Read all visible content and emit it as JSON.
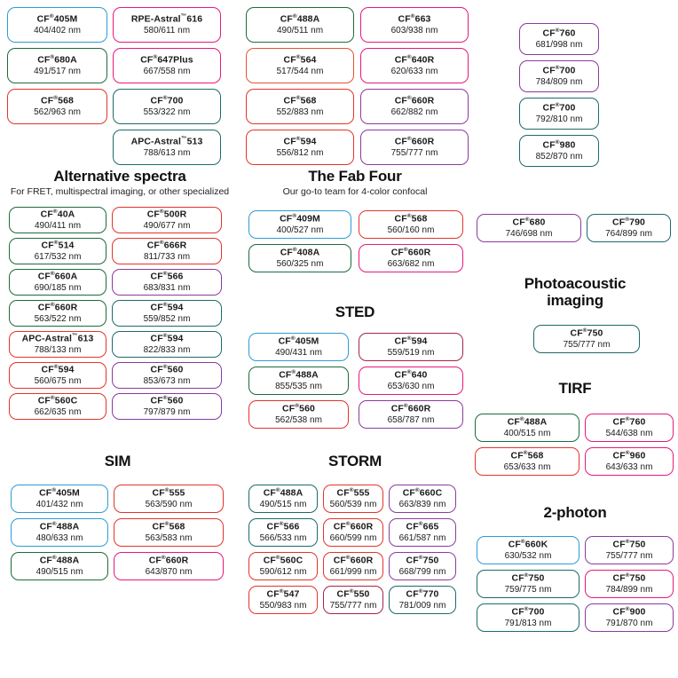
{
  "palette": {
    "blue": "#2e9bd6",
    "green": "#1c6b3c",
    "red": "#e3342a",
    "magenta": "#e6187c",
    "purple": "#8b3a9e",
    "teal": "#1d6a6a",
    "orange": "#e35432",
    "maroon": "#a62447",
    "text": "#1a1a1a",
    "background": "#ffffff"
  },
  "top_block": {
    "col1": [
      {
        "name": "CF",
        "sup": "®",
        "suffix": "405M",
        "wavelengths": "404/402 nm",
        "color": "blue"
      },
      {
        "name": "CF",
        "sup": "®",
        "suffix": "680A",
        "wavelengths": "491/517 nm",
        "color": "green"
      },
      {
        "name": "CF",
        "sup": "®",
        "suffix": "568",
        "wavelengths": "562/963 nm",
        "color": "red"
      }
    ],
    "col2": [
      {
        "name": "RPE-Astral",
        "sup": "™",
        "suffix": "616",
        "wavelengths": "580/611 nm",
        "color": "magenta"
      },
      {
        "name": "CF",
        "sup": "®",
        "suffix": "647Plus",
        "wavelengths": "667/558 nm",
        "color": "magenta"
      },
      {
        "name": "CF",
        "sup": "®",
        "suffix": "700",
        "wavelengths": "553/322 nm",
        "color": "teal"
      },
      {
        "name": "APC-Astral",
        "sup": "™",
        "suffix": "513",
        "wavelengths": "788/613 nm",
        "color": "teal"
      }
    ],
    "col3": [
      {
        "name": "CF",
        "sup": "®",
        "suffix": "488A",
        "wavelengths": "490/511 nm",
        "color": "green"
      },
      {
        "name": "CF",
        "sup": "®",
        "suffix": "564",
        "wavelengths": "517/544 nm",
        "color": "orange"
      },
      {
        "name": "CF",
        "sup": "®",
        "suffix": "568",
        "wavelengths": "552/883 nm",
        "color": "red"
      },
      {
        "name": "CF",
        "sup": "®",
        "suffix": "594",
        "wavelengths": "556/812 nm",
        "color": "red"
      }
    ],
    "col4": [
      {
        "name": "CF",
        "sup": "®",
        "suffix": "663",
        "wavelengths": "603/938 nm",
        "color": "magenta"
      },
      {
        "name": "CF",
        "sup": "®",
        "suffix": "640R",
        "wavelengths": "620/633 nm",
        "color": "magenta"
      },
      {
        "name": "CF",
        "sup": "®",
        "suffix": "660R",
        "wavelengths": "662/882 nm",
        "color": "purple"
      },
      {
        "name": "CF",
        "sup": "®",
        "suffix": "660R",
        "wavelengths": "755/777 nm",
        "color": "purple"
      }
    ],
    "col5": [
      {
        "name": "CF",
        "sup": "®",
        "suffix": "760",
        "wavelengths": "681/998 nm",
        "color": "purple"
      },
      {
        "name": "CF",
        "sup": "®",
        "suffix": "700",
        "wavelengths": "784/809 nm",
        "color": "purple"
      },
      {
        "name": "CF",
        "sup": "®",
        "suffix": "700",
        "wavelengths": "792/810 nm",
        "color": "teal"
      },
      {
        "name": "CF",
        "sup": "®",
        "suffix": "980",
        "wavelengths": "852/870 nm",
        "color": "teal"
      }
    ]
  },
  "sections": {
    "alternative_spectra": {
      "title": "Alternative spectra",
      "subtitle": "For FRET, multispectral imaging, or other specialized",
      "col1": [
        {
          "name": "CF",
          "sup": "®",
          "suffix": "40A",
          "wavelengths": "490/411 nm",
          "color": "green"
        },
        {
          "name": "CF",
          "sup": "®",
          "suffix": "514",
          "wavelengths": "617/532 nm",
          "color": "green"
        },
        {
          "name": "CF",
          "sup": "®",
          "suffix": "660A",
          "wavelengths": "690/185 nm",
          "color": "green"
        },
        {
          "name": "CF",
          "sup": "®",
          "suffix": "660R",
          "wavelengths": "563/522 nm",
          "color": "green"
        },
        {
          "name": "APC-Astral",
          "sup": "™",
          "suffix": "613",
          "wavelengths": "788/133 nm",
          "color": "red"
        },
        {
          "name": "CF",
          "sup": "®",
          "suffix": "594",
          "wavelengths": "560/675 nm",
          "color": "red"
        },
        {
          "name": "CF",
          "sup": "®",
          "suffix": "560C",
          "wavelengths": "662/635 nm",
          "color": "red"
        }
      ],
      "col2": [
        {
          "name": "CF",
          "sup": "®",
          "suffix": "500R",
          "wavelengths": "490/677 nm",
          "color": "red"
        },
        {
          "name": "CF",
          "sup": "®",
          "suffix": "666R",
          "wavelengths": "811/733 nm",
          "color": "red"
        },
        {
          "name": "CF",
          "sup": "®",
          "suffix": "566",
          "wavelengths": "683/831 nm",
          "color": "purple"
        },
        {
          "name": "CF",
          "sup": "®",
          "suffix": "594",
          "wavelengths": "559/852 nm",
          "color": "teal"
        },
        {
          "name": "CF",
          "sup": "®",
          "suffix": "594",
          "wavelengths": "822/833 nm",
          "color": "teal"
        },
        {
          "name": "CF",
          "sup": "®",
          "suffix": "560",
          "wavelengths": "853/673 nm",
          "color": "purple"
        },
        {
          "name": "CF",
          "sup": "®",
          "suffix": "560",
          "wavelengths": "797/879 nm",
          "color": "purple"
        }
      ]
    },
    "fab_four": {
      "title": "The Fab Four",
      "subtitle": "Our go-to team for 4-color confocal",
      "col1": [
        {
          "name": "CF",
          "sup": "®",
          "suffix": "409M",
          "wavelengths": "400/527 nm",
          "color": "blue"
        },
        {
          "name": "CF",
          "sup": "®",
          "suffix": "408A",
          "wavelengths": "560/325 nm",
          "color": "green"
        }
      ],
      "col2": [
        {
          "name": "CF",
          "sup": "®",
          "suffix": "568",
          "wavelengths": "560/160 nm",
          "color": "red"
        },
        {
          "name": "CF",
          "sup": "®",
          "suffix": "660R",
          "wavelengths": "663/682 nm",
          "color": "magenta"
        }
      ]
    },
    "sted": {
      "title": "STED",
      "col1": [
        {
          "name": "CF",
          "sup": "®",
          "suffix": "405M",
          "wavelengths": "490/431 nm",
          "color": "blue"
        },
        {
          "name": "CF",
          "sup": "®",
          "suffix": "488A",
          "wavelengths": "855/535 nm",
          "color": "green"
        },
        {
          "name": "CF",
          "sup": "®",
          "suffix": "560",
          "wavelengths": "562/538 nm",
          "color": "red"
        }
      ],
      "col2": [
        {
          "name": "CF",
          "sup": "®",
          "suffix": "594",
          "wavelengths": "559/519 nm",
          "color": "maroon"
        },
        {
          "name": "CF",
          "sup": "®",
          "suffix": "640",
          "wavelengths": "653/630 nm",
          "color": "magenta"
        },
        {
          "name": "CF",
          "sup": "®",
          "suffix": "660R",
          "wavelengths": "658/787 nm",
          "color": "purple"
        }
      ]
    },
    "sim": {
      "title": "SIM",
      "col1": [
        {
          "name": "CF",
          "sup": "®",
          "suffix": "405M",
          "wavelengths": "401/432 nm",
          "color": "blue"
        },
        {
          "name": "CF",
          "sup": "®",
          "suffix": "488A",
          "wavelengths": "480/633 nm",
          "color": "blue"
        },
        {
          "name": "CF",
          "sup": "®",
          "suffix": "488A",
          "wavelengths": "490/515 nm",
          "color": "green"
        }
      ],
      "col2": [
        {
          "name": "CF",
          "sup": "®",
          "suffix": "555",
          "wavelengths": "563/590 nm",
          "color": "red"
        },
        {
          "name": "CF",
          "sup": "®",
          "suffix": "568",
          "wavelengths": "563/583 nm",
          "color": "red"
        },
        {
          "name": "CF",
          "sup": "®",
          "suffix": "660R",
          "wavelengths": "643/870 nm",
          "color": "magenta"
        }
      ]
    },
    "storm": {
      "title": "STORM",
      "col1": [
        {
          "name": "CF",
          "sup": "®",
          "suffix": "488A",
          "wavelengths": "490/515 nm",
          "color": "teal"
        },
        {
          "name": "CF",
          "sup": "®",
          "suffix": "566",
          "wavelengths": "566/533 nm",
          "color": "teal"
        },
        {
          "name": "CF",
          "sup": "®",
          "suffix": "560C",
          "wavelengths": "590/612 nm",
          "color": "red"
        },
        {
          "name": "CF",
          "sup": "®",
          "suffix": "547",
          "wavelengths": "550/983 nm",
          "color": "red"
        }
      ],
      "col2": [
        {
          "name": "CF",
          "sup": "®",
          "suffix": "555",
          "wavelengths": "560/539 nm",
          "color": "red"
        },
        {
          "name": "CF",
          "sup": "®",
          "suffix": "660R",
          "wavelengths": "660/599 nm",
          "color": "red"
        },
        {
          "name": "CF",
          "sup": "®",
          "suffix": "660R",
          "wavelengths": "661/999 nm",
          "color": "red"
        },
        {
          "name": "CF",
          "sup": "®",
          "suffix": "550",
          "wavelengths": "755/777 nm",
          "color": "maroon"
        }
      ],
      "col3": [
        {
          "name": "CF",
          "sup": "®",
          "suffix": "660C",
          "wavelengths": "663/839 nm",
          "color": "purple"
        },
        {
          "name": "CF",
          "sup": "®",
          "suffix": "665",
          "wavelengths": "661/587 nm",
          "color": "purple"
        },
        {
          "name": "CF",
          "sup": "®",
          "suffix": "750",
          "wavelengths": "668/799 nm",
          "color": "purple"
        },
        {
          "name": "CF",
          "sup": "®",
          "suffix": "770",
          "wavelengths": "781/009 nm",
          "color": "teal"
        }
      ]
    },
    "right_pair": {
      "col1": [
        {
          "name": "CF",
          "sup": "®",
          "suffix": "680",
          "wavelengths": "746/698 nm",
          "color": "purple"
        }
      ],
      "col2": [
        {
          "name": "CF",
          "sup": "®",
          "suffix": "790",
          "wavelengths": "764/899 nm",
          "color": "teal"
        }
      ]
    },
    "photoacoustic": {
      "title_line1": "Photoacoustic",
      "title_line2": "imaging",
      "items": [
        {
          "name": "CF",
          "sup": "®",
          "suffix": "750",
          "wavelengths": "755/777 nm",
          "color": "teal"
        }
      ]
    },
    "tirf": {
      "title": "TIRF",
      "col1": [
        {
          "name": "CF",
          "sup": "®",
          "suffix": "488A",
          "wavelengths": "400/515 nm",
          "color": "green"
        },
        {
          "name": "CF",
          "sup": "®",
          "suffix": "568",
          "wavelengths": "653/633 nm",
          "color": "red"
        }
      ],
      "col2": [
        {
          "name": "CF",
          "sup": "®",
          "suffix": "760",
          "wavelengths": "544/638 nm",
          "color": "magenta"
        },
        {
          "name": "CF",
          "sup": "®",
          "suffix": "960",
          "wavelengths": "643/633 nm",
          "color": "magenta"
        }
      ]
    },
    "two_photon": {
      "title": "2-photon",
      "col1": [
        {
          "name": "CF",
          "sup": "®",
          "suffix": "660K",
          "wavelengths": "630/532 nm",
          "color": "blue"
        },
        {
          "name": "CF",
          "sup": "®",
          "suffix": "750",
          "wavelengths": "759/775 nm",
          "color": "teal"
        },
        {
          "name": "CF",
          "sup": "®",
          "suffix": "700",
          "wavelengths": "791/813 nm",
          "color": "teal"
        }
      ],
      "col2": [
        {
          "name": "CF",
          "sup": "®",
          "suffix": "750",
          "wavelengths": "755/777 nm",
          "color": "purple"
        },
        {
          "name": "CF",
          "sup": "®",
          "suffix": "750",
          "wavelengths": "784/899 nm",
          "color": "magenta"
        },
        {
          "name": "CF",
          "sup": "®",
          "suffix": "900",
          "wavelengths": "791/870 nm",
          "color": "purple"
        }
      ]
    }
  }
}
